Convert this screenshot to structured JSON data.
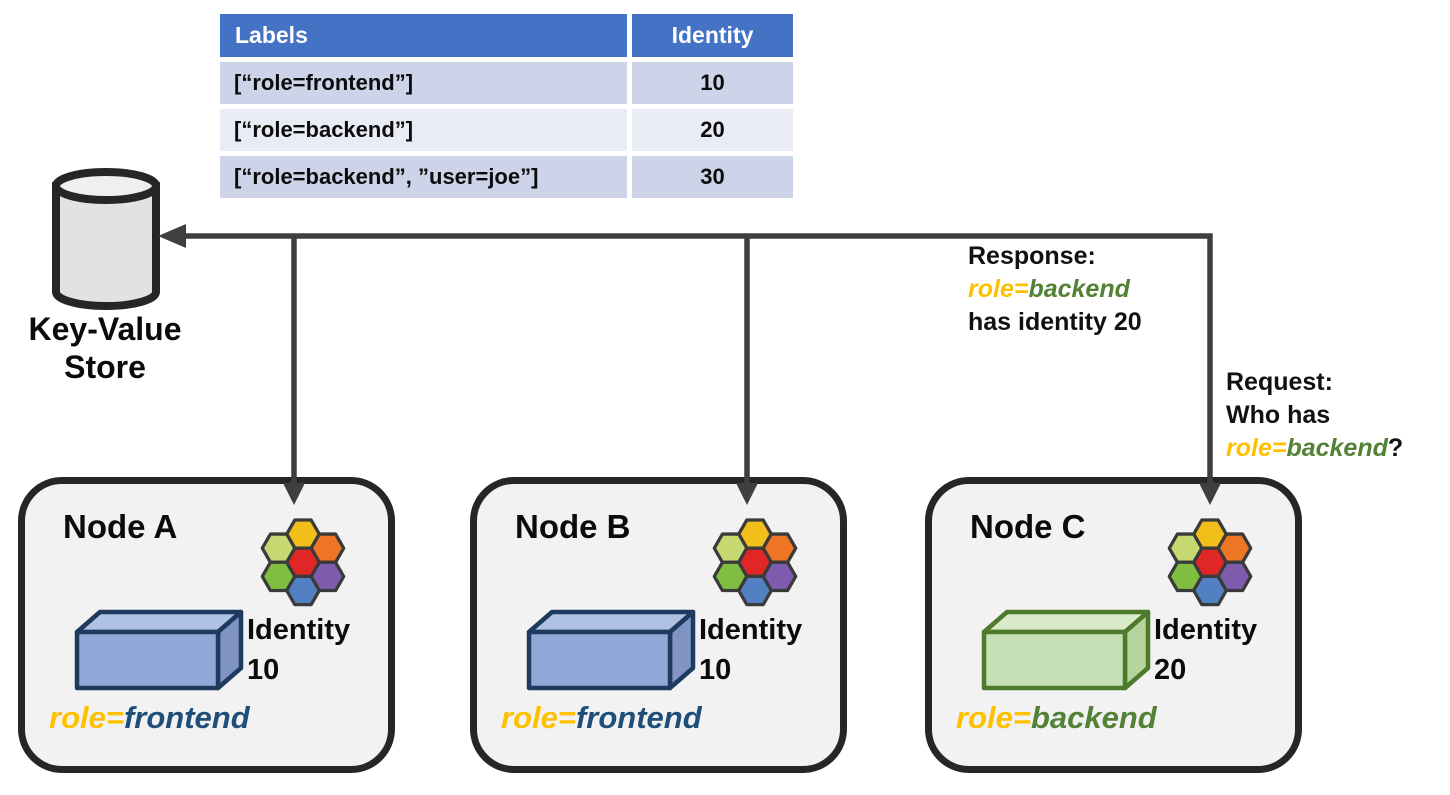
{
  "table": {
    "header": {
      "labels": "Labels",
      "identity": "Identity"
    },
    "rows": [
      {
        "labels": "[“role=frontend”]",
        "identity": "10"
      },
      {
        "labels": "[“role=backend”]",
        "identity": "20"
      },
      {
        "labels": "[“role=backend”, ”user=joe”]",
        "identity": "30"
      }
    ]
  },
  "kv_store": {
    "line1": "Key-Value",
    "line2": "Store"
  },
  "annotations": {
    "response": {
      "title": "Response:",
      "role_key": "role=",
      "role_value": "backend",
      "detail": "has identity 20"
    },
    "request": {
      "title": "Request:",
      "line2": "Who has",
      "role_key": "role=",
      "role_value": "backend",
      "suffix": "?"
    }
  },
  "nodes": [
    {
      "title": "Node A",
      "identity_label": "Identity",
      "identity_value": "10",
      "role_key": "role=",
      "role_value": "frontend",
      "box_color": "blue"
    },
    {
      "title": "Node B",
      "identity_label": "Identity",
      "identity_value": "10",
      "role_key": "role=",
      "role_value": "frontend",
      "box_color": "blue"
    },
    {
      "title": "Node C",
      "identity_label": "Identity",
      "identity_value": "20",
      "role_key": "role=",
      "role_value": "backend",
      "box_color": "green"
    }
  ],
  "icons": {
    "kv_store": "database-cylinder-icon",
    "node_logo": "cilium-hexagon-cluster-icon",
    "identity_box": "3d-box-icon",
    "arrows": "connector-arrows"
  },
  "colors": {
    "table_header_bg": "#4472C4",
    "table_header_text": "#FFFFFF",
    "table_row_odd": "#CDD4E9",
    "table_row_even": "#E9EBF5",
    "connector": "#3F3F3F",
    "node_fill": "#F2F2F2",
    "node_border": "#262626",
    "role_key": "#FFC000",
    "role_frontend": "#1F4E79",
    "role_backend": "#538135",
    "box_blue_front": "#8EA9D8",
    "box_blue_top": "#AFC2E4",
    "box_blue_side": "#8095C3",
    "box_blue_border": "#1F3A5F",
    "box_green_front": "#C5E0B4",
    "box_green_top": "#D9EACB",
    "box_green_side": "#B5D49E",
    "box_green_border": "#4E7A2B",
    "hex_yellow": "#F2BE19",
    "hex_orange": "#EE7523",
    "hex_lightgreen": "#C6D870",
    "hex_red": "#E12726",
    "hex_green": "#7FBE41",
    "hex_purple": "#7E5CAD",
    "hex_blue": "#5181C3",
    "hex_border": "#3A3A3A",
    "cyl_body": "#E2E2E2",
    "cyl_top": "#EFEFEF",
    "cyl_border": "#262626"
  }
}
